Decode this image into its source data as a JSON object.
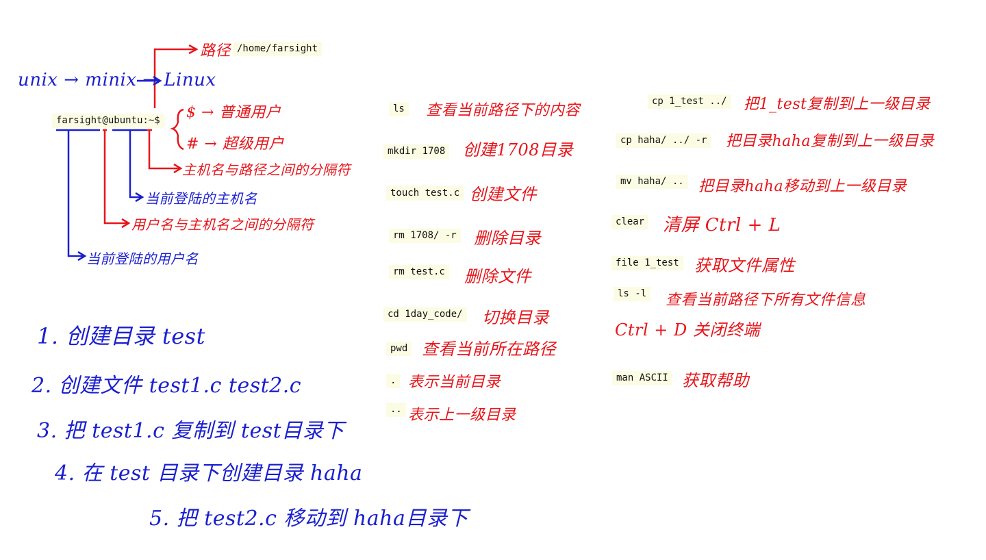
{
  "prompt": {
    "user_host": "farsight@ubuntu:~$",
    "path_value": "/home/farsight",
    "notes": {
      "path": "路径",
      "evolution": "unix → minix → Linux",
      "dollar": "$ → 普通用户",
      "hash": "# → 超级用户",
      "sep_end": "主机名与路径之间的分隔符",
      "cur_host": "当前登陆的主机名",
      "sep_user": "用户名与主机名之间的分隔符",
      "cur_user": "当前登陆的用户名"
    }
  },
  "commands_left": [
    {
      "cmd": "ls",
      "desc": "查看当前路径下的内容"
    },
    {
      "cmd": "mkdir 1708",
      "desc": "创建1708目录"
    },
    {
      "cmd": "touch test.c",
      "desc": "创建文件"
    },
    {
      "cmd": "rm 1708/ -r",
      "desc": "删除目录"
    },
    {
      "cmd": "rm test.c",
      "desc": "删除文件"
    },
    {
      "cmd": "cd 1day_code/",
      "desc": "切换目录"
    },
    {
      "cmd": "pwd",
      "desc": "查看当前所在路径"
    },
    {
      "cmd": ".",
      "desc": "表示当前目录"
    },
    {
      "cmd": "..",
      "desc": "表示上一级目录"
    }
  ],
  "commands_right": [
    {
      "cmd": "cp 1_test ../",
      "desc": "把1_test复制到上一级目录"
    },
    {
      "cmd": "cp haha/ ../ -r",
      "desc": "把目录haha复制到上一级目录"
    },
    {
      "cmd": "mv haha/ ..",
      "desc": "把目录haha移动到上一级目录"
    },
    {
      "cmd": "clear",
      "desc": "清屏   Ctrl + L"
    },
    {
      "cmd": "file 1_test",
      "desc": "获取文件属性"
    },
    {
      "cmd": "ls -l",
      "desc": "查看当前路径下所有文件信息"
    },
    {
      "cmd": "",
      "desc": "Ctrl + D  关闭终端"
    },
    {
      "cmd": "man ASCII",
      "desc": "获取帮助"
    }
  ],
  "exercises": [
    "1. 创建目录 test",
    "2. 创建文件 test1.c  test2.c",
    "3. 把 test1.c 复制到 test目录下",
    "4. 在 test 目录下创建目录 haha",
    "5. 把 test2.c 移动到 haha目录下"
  ]
}
